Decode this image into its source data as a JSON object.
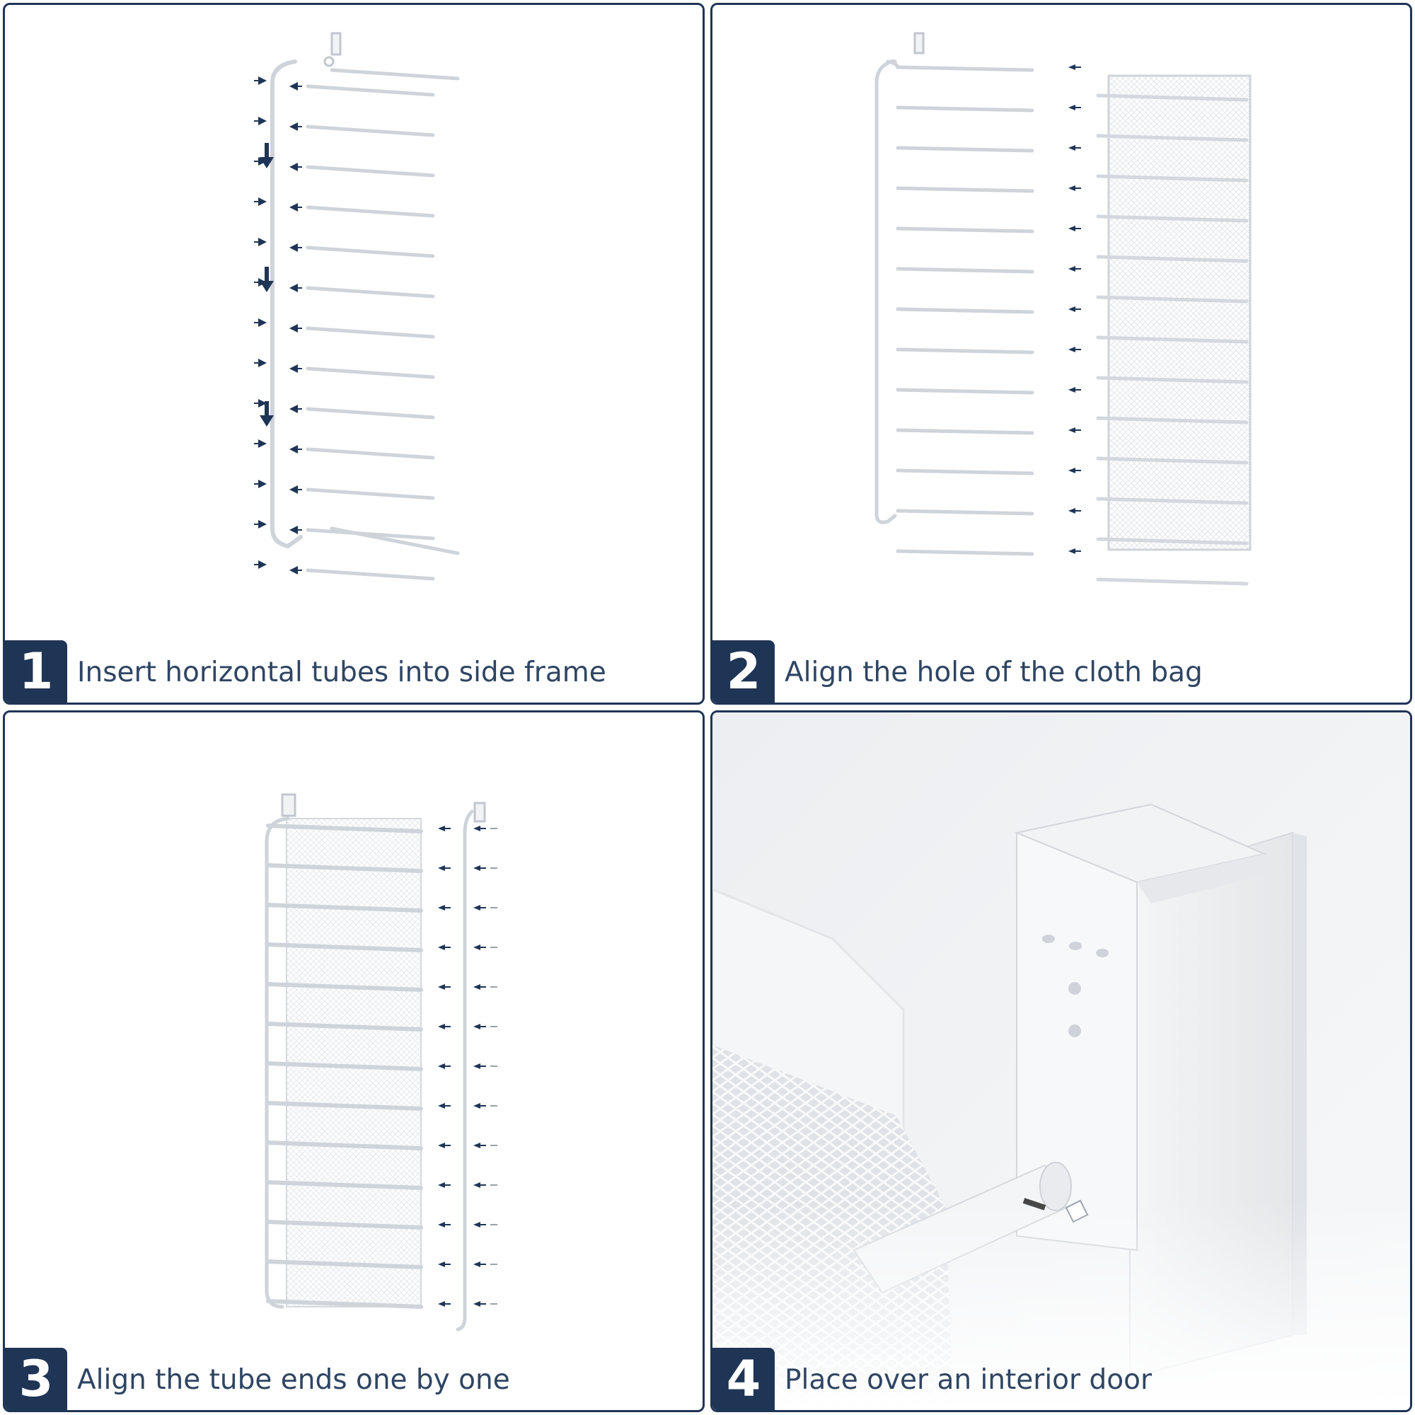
{
  "steps": [
    {
      "number": "1",
      "caption": "Insert horizontal tubes into side frame"
    },
    {
      "number": "2",
      "caption": "Align the hole of the cloth bag"
    },
    {
      "number": "3",
      "caption": "Align the tube ends one by one"
    },
    {
      "number": "4",
      "caption": "Place over an interior door"
    }
  ],
  "colors": {
    "accent": "#1f3556",
    "caption_text": "#2f4563",
    "frame_line": "#c9ced6"
  }
}
